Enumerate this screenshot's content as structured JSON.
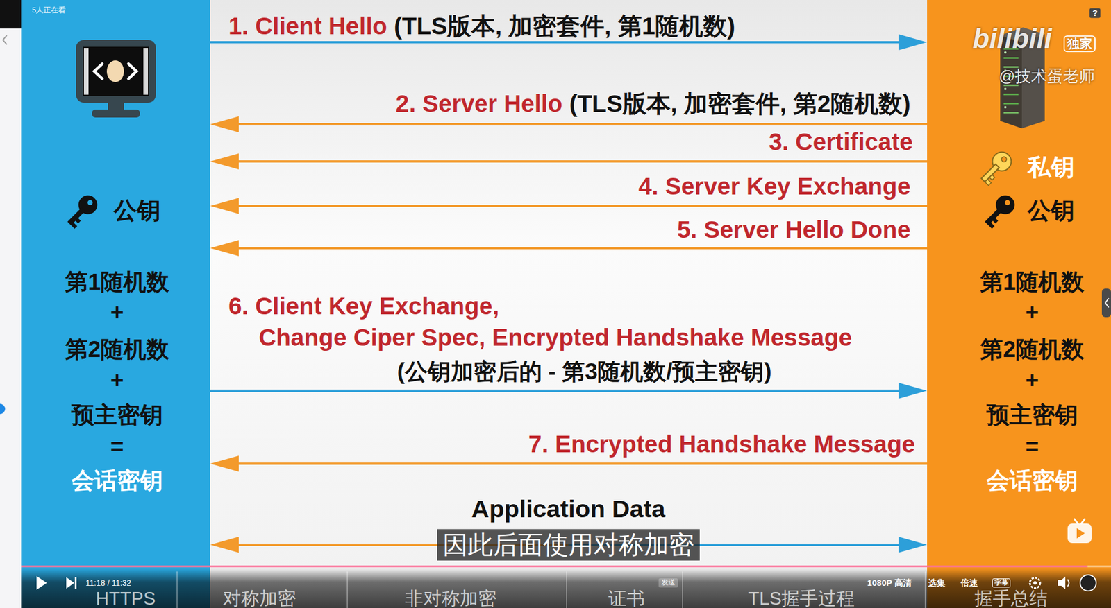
{
  "diagram": {
    "nodes": [
      {
        "text": [
          "公钥",
          "第1随机数",
          "+",
          "第2随机数",
          "+",
          "预主密钥",
          "=",
          "会话密钥"
        ]
      },
      {
        "text": [
          "私钥",
          "公钥",
          "第1随机数",
          "+",
          "第2随机数",
          "+",
          "预主密钥",
          "=",
          "会话密钥"
        ]
      }
    ],
    "edges": [
      {
        "from": 0,
        "to": 1,
        "arrow": "to",
        "label": "1. Client Hello"
      },
      {
        "from": 1,
        "to": 0,
        "arrow": "to",
        "label": "2. Server Hello"
      },
      {
        "from": 1,
        "to": 0,
        "arrow": "to",
        "label": "3. Certificate"
      },
      {
        "from": 1,
        "to": 0,
        "arrow": "to",
        "label": "4. Server Key Exchange"
      },
      {
        "from": 1,
        "to": 0,
        "arrow": "to",
        "label": "5. Server Hello Done"
      },
      {
        "from": 0,
        "to": 1,
        "arrow": "to",
        "label": "6. Client Key Exchange, Change Ciper Spec, Encrypted Handshake Message"
      },
      {
        "from": 1,
        "to": 0,
        "arrow": "to",
        "label": "7. Encrypted Handshake Message"
      },
      {
        "from": 0,
        "to": 1,
        "arrow": "both",
        "label": "Application Data"
      }
    ],
    "labels": [
      "(TLS版本, 加密套件, 第1随机数)",
      "(TLS版本, 加密套件, 第2随机数)",
      "(公钥加密后的 - 第3随机数/预主密钥)",
      "因此后面使用对称加密",
      "5人正在看",
      "bilibili",
      "独家",
      "@技术蛋老师",
      "?",
      "11:18 / 11:32",
      "HTTPS",
      "对称加密",
      "非对称加密",
      "证书",
      "TLS握手过程",
      "握手总结",
      "发送",
      "1080P 高清",
      "选集",
      "倍速",
      "字幕"
    ]
  }
}
